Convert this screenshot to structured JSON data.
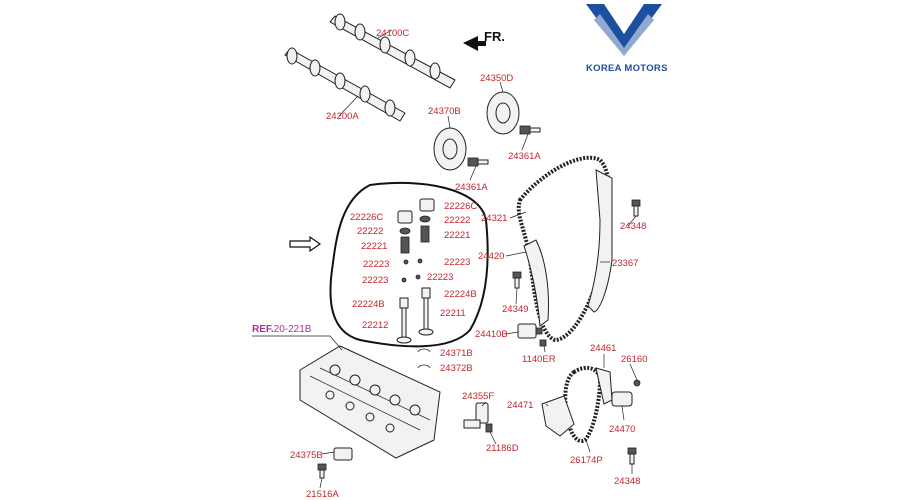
{
  "logo": {
    "brand_text": "KOREA MOTORS",
    "primary_color": "#1d4fa0",
    "secondary_color": "#8fa9d0"
  },
  "direction_marker": {
    "text": "FR."
  },
  "reference": {
    "text": "REF.",
    "value": "20-221B"
  },
  "colors": {
    "label": "#c4262e",
    "reference": "#b0309a"
  },
  "labels": {
    "camshaft_exhaust": "24100C",
    "camshaft_intake": "24200A",
    "sprocket_exhaust": "24350D",
    "sprocket_intake": "24370B",
    "bolt_exhaust": "24361A",
    "bolt_intake": "24361A",
    "tappet_left": "22226C",
    "tappet_right": "22226C",
    "retainer_left": "22222",
    "retainer_right": "22222",
    "spring_left": "22221",
    "spring_right": "22221",
    "cotter_left": "22223",
    "cotter_right": "22223",
    "cotter_lower_left": "22223",
    "cotter_lower_right": "22223",
    "seal_left": "22224B",
    "seal_right": "22224B",
    "valve_left": "22212",
    "valve_right": "22211",
    "chain_guide": "24321",
    "tensioner_arm": "24420",
    "chain": "23367",
    "bolt_guide": "24348",
    "bolt_arm": "24349",
    "tensioner": "24410B",
    "oring": "1140ER",
    "bolt_upper_cover": "24371B",
    "bolt_lower_cover": "24372B",
    "oil_control_valve": "24355F",
    "ocv_bolt": "21186D",
    "sensor": "24375B",
    "sensor_bolt": "21516A",
    "oil_pump_guide": "24461",
    "oil_pump_arm": "24471",
    "oil_pump_tensioner": "24470",
    "oil_pump_bolt": "26160",
    "oil_pump_chain": "26174P",
    "bolt_bottom": "24348"
  }
}
